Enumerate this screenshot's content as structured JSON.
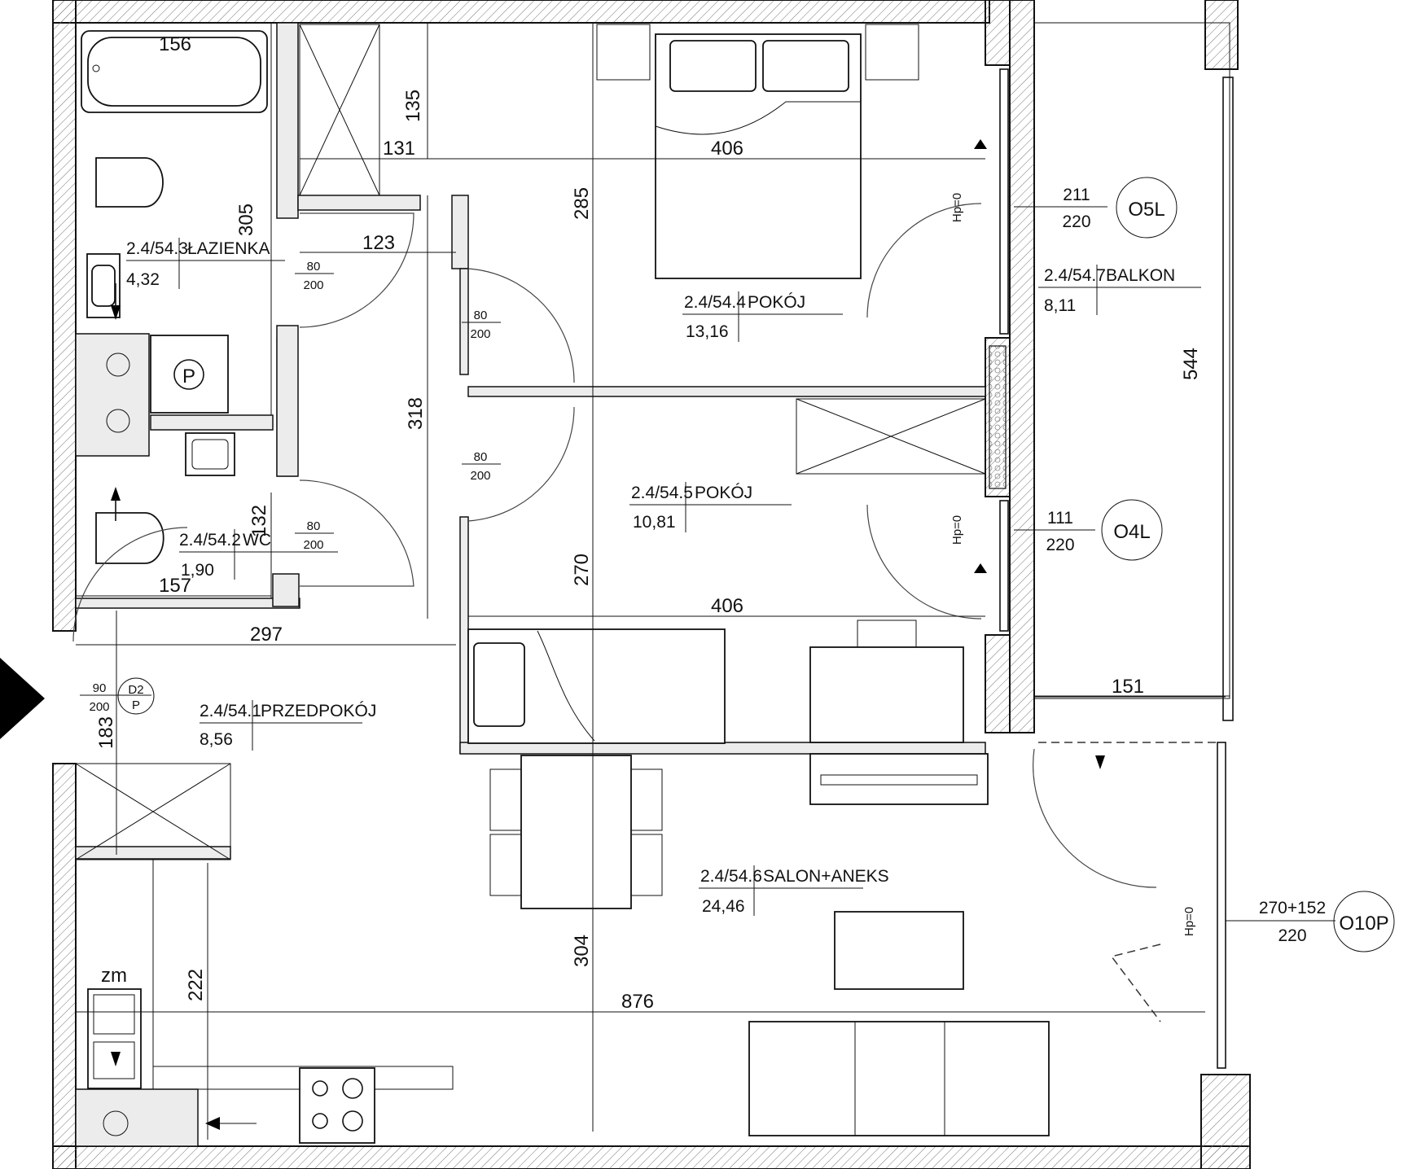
{
  "rooms": [
    {
      "code": "2.4/54.1",
      "name": "PRZEDPOKÓJ",
      "area": "8,56"
    },
    {
      "code": "2.4/54.2",
      "name": "WC",
      "area": "1,90"
    },
    {
      "code": "2.4/54.3",
      "name": "ŁAZIENKA",
      "area": "4,32"
    },
    {
      "code": "2.4/54.4",
      "name": "POKÓJ",
      "area": "13,16"
    },
    {
      "code": "2.4/54.5",
      "name": "POKÓJ",
      "area": "10,81"
    },
    {
      "code": "2.4/54.6",
      "name": "SALON+ANEKS",
      "area": "24,46"
    },
    {
      "code": "2.4/54.7",
      "name": "BALKON",
      "area": "8,11"
    }
  ],
  "dimensions": {
    "bath_tub": "156",
    "bath_height": "305",
    "wardrobe_top": "135",
    "wardrobe_width": "131",
    "bedroom1_width": "406",
    "bedroom1_height": "285",
    "corridor_upper": "123",
    "corridor_height": "318",
    "wc_height": "132",
    "wc_width": "157",
    "hall_width": "297",
    "entrance_height": "183",
    "bedroom2_height": "270",
    "bedroom2_width": "406",
    "balcony_height": "544",
    "balcony_width": "151",
    "living_height": "304",
    "kitchen_height": "222",
    "living_width": "876"
  },
  "doors": {
    "bath": {
      "w": "80",
      "h": "200"
    },
    "bedroom1": {
      "w": "80",
      "h": "200"
    },
    "bedroom2": {
      "w": "80",
      "h": "200"
    },
    "wc": {
      "w": "80",
      "h": "200"
    },
    "entrance": {
      "w": "90",
      "h": "200",
      "type": "D2",
      "sub": "P"
    }
  },
  "windows": [
    {
      "tag": "O5L",
      "w": "211",
      "h": "220",
      "hp": "Hp=0"
    },
    {
      "tag": "O4L",
      "w": "111",
      "h": "220",
      "hp": "Hp=0"
    },
    {
      "tag": "O10P",
      "w": "270+152",
      "h": "220",
      "hp": "Hp=0"
    }
  ],
  "symbols": {
    "riser": "P",
    "meter": "zm"
  },
  "icons": [
    "entrance-arrow-icon",
    "vent-arrow-icon"
  ]
}
